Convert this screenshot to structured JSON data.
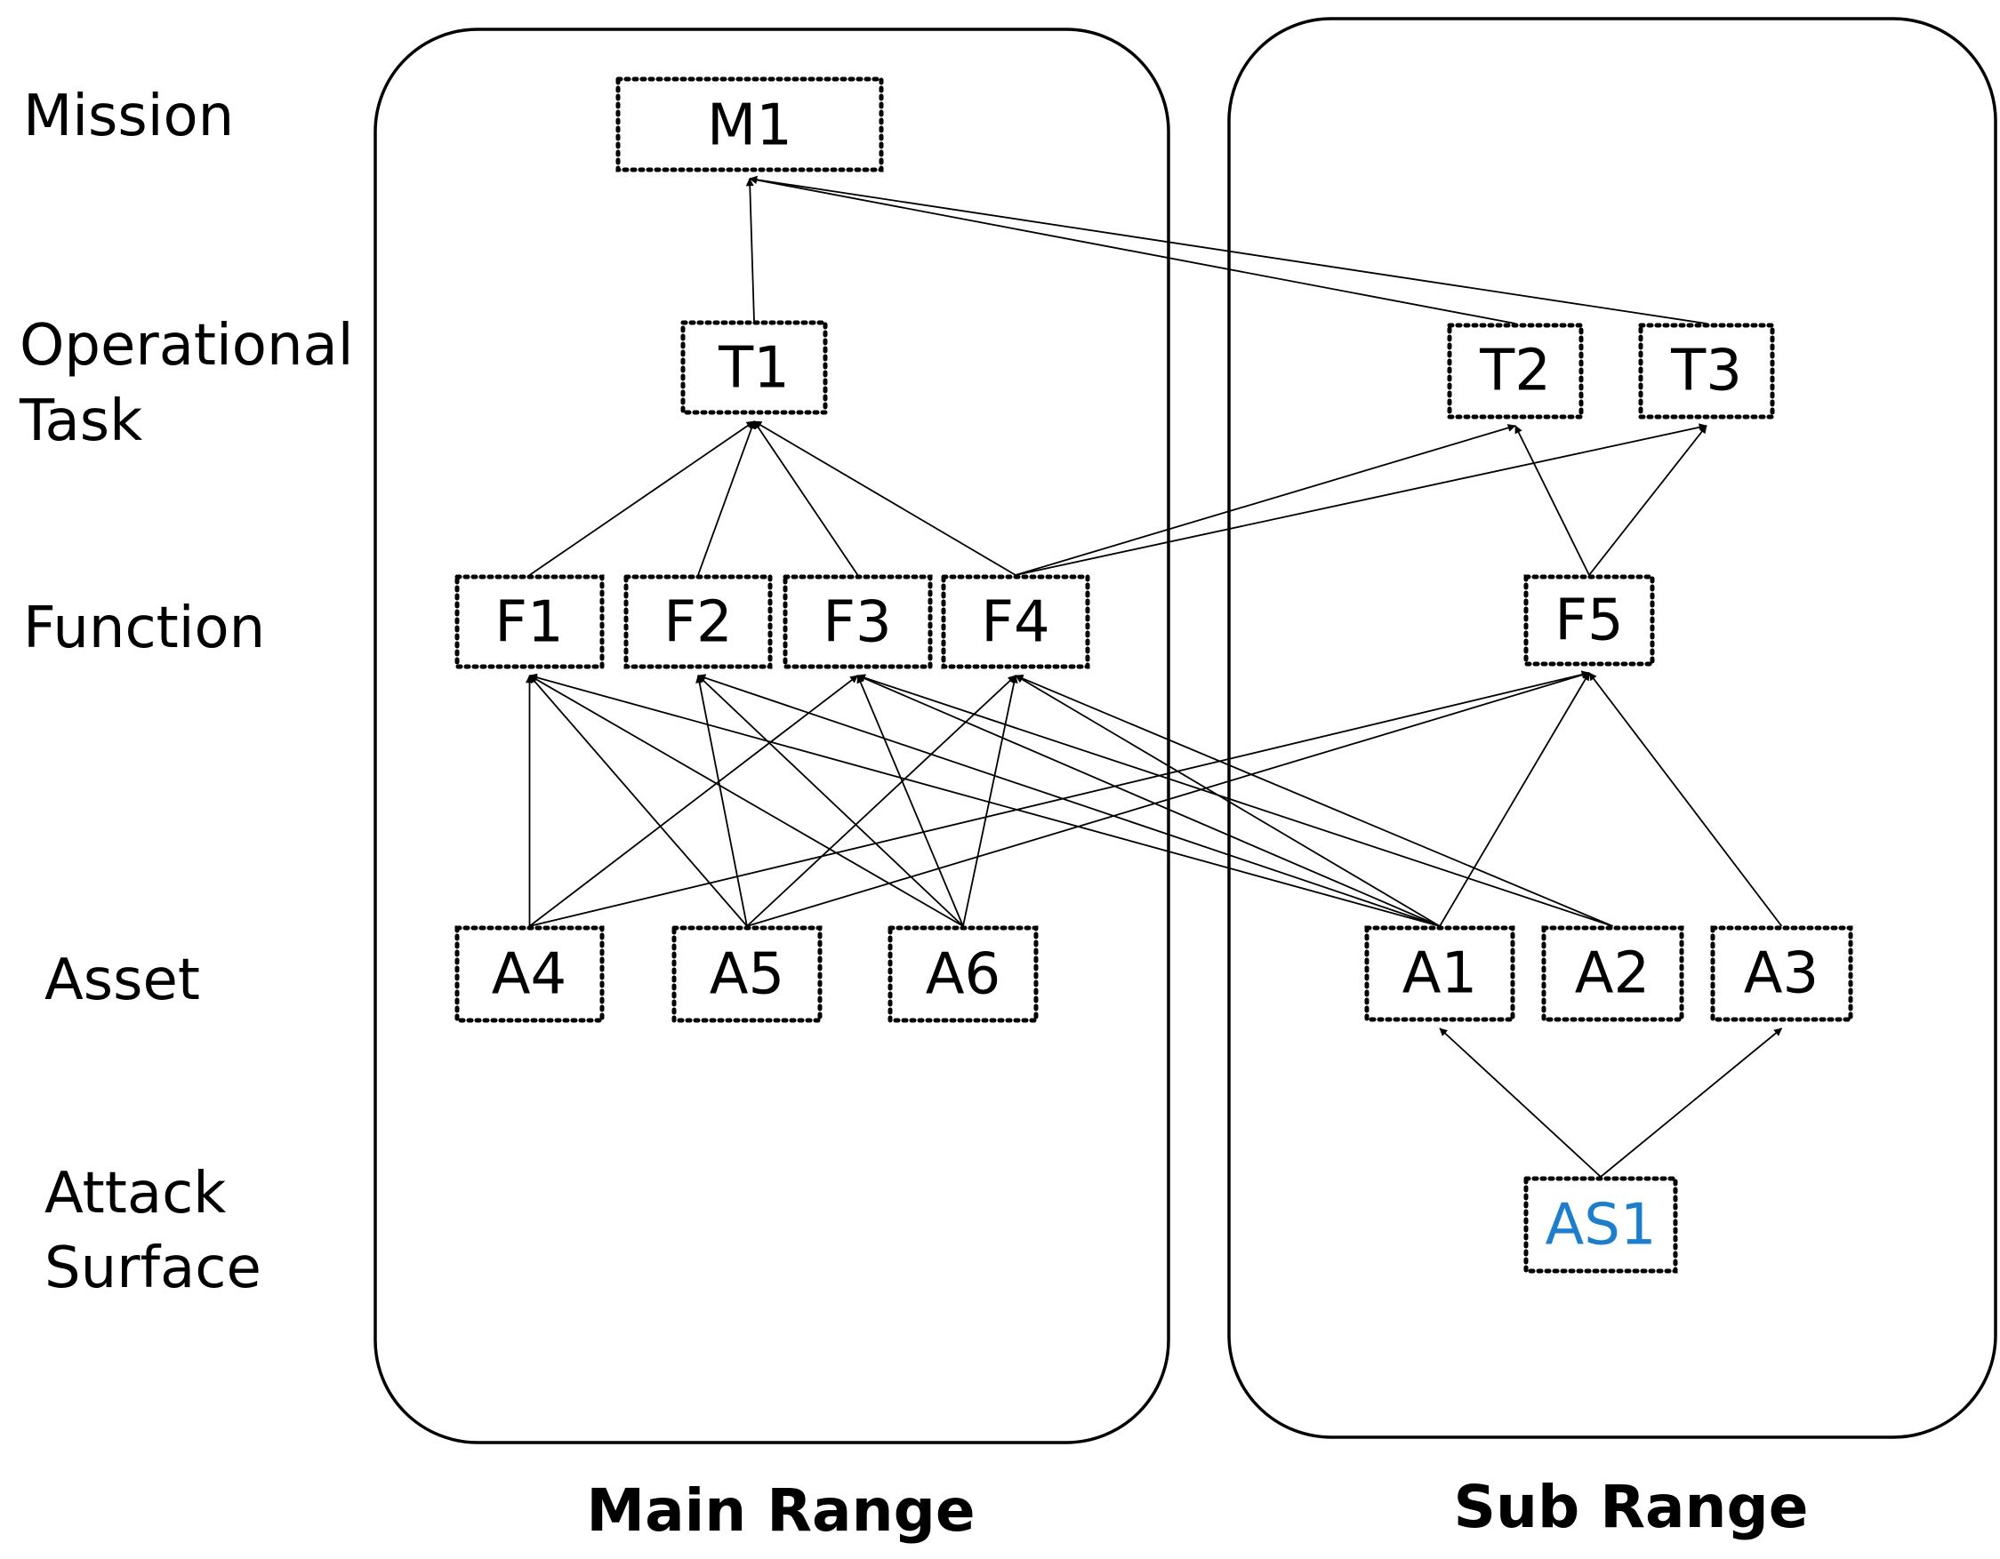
{
  "levels": {
    "mission": [
      "Mission"
    ],
    "task": [
      "Operational",
      "Task"
    ],
    "function": [
      "Function"
    ],
    "asset": [
      "Asset"
    ],
    "surface": [
      "Attack",
      "Surface"
    ]
  },
  "ranges": {
    "main": "Main Range",
    "sub": "Sub Range"
  },
  "nodes": {
    "M1": "M1",
    "T1": "T1",
    "T2": "T2",
    "T3": "T3",
    "F1": "F1",
    "F2": "F2",
    "F3": "F3",
    "F4": "F4",
    "F5": "F5",
    "A1": "A1",
    "A2": "A2",
    "A3": "A3",
    "A4": "A4",
    "A5": "A5",
    "A6": "A6",
    "AS1": "AS1"
  },
  "colors": {
    "attack_surface_text": "#1a7fd0"
  },
  "edges": [
    [
      "T1",
      "M1"
    ],
    [
      "T2",
      "M1"
    ],
    [
      "T3",
      "M1"
    ],
    [
      "F1",
      "T1"
    ],
    [
      "F2",
      "T1"
    ],
    [
      "F3",
      "T1"
    ],
    [
      "F4",
      "T1"
    ],
    [
      "F4",
      "T2"
    ],
    [
      "F4",
      "T3"
    ],
    [
      "F5",
      "T2"
    ],
    [
      "F5",
      "T3"
    ],
    [
      "A4",
      "F1"
    ],
    [
      "A4",
      "F3"
    ],
    [
      "A4",
      "F5"
    ],
    [
      "A5",
      "F1"
    ],
    [
      "A5",
      "F2"
    ],
    [
      "A5",
      "F4"
    ],
    [
      "A5",
      "F5"
    ],
    [
      "A6",
      "F1"
    ],
    [
      "A6",
      "F2"
    ],
    [
      "A6",
      "F3"
    ],
    [
      "A6",
      "F4"
    ],
    [
      "A1",
      "F1"
    ],
    [
      "A1",
      "F2"
    ],
    [
      "A1",
      "F3"
    ],
    [
      "A1",
      "F4"
    ],
    [
      "A1",
      "F5"
    ],
    [
      "A2",
      "F3"
    ],
    [
      "A2",
      "F4"
    ],
    [
      "A3",
      "F5"
    ],
    [
      "AS1",
      "A1"
    ],
    [
      "AS1",
      "A3"
    ]
  ]
}
